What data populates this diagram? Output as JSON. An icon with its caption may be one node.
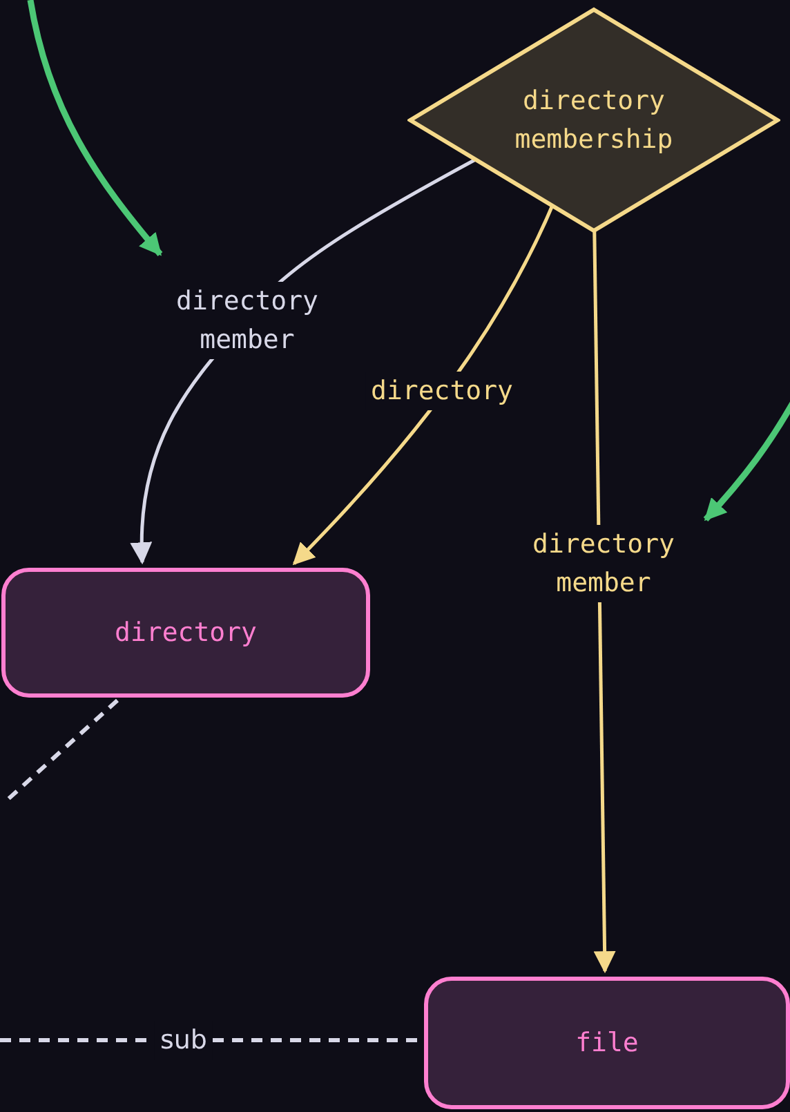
{
  "diagram": {
    "nodes": [
      {
        "text": [
          "directory membership"
        ]
      },
      {
        "text": [
          "directory"
        ]
      },
      {
        "text": [
          "file"
        ]
      }
    ],
    "edges": [
      {
        "from": 0,
        "to": 1,
        "arrow": "to",
        "label": "directory member"
      },
      {
        "from": 0,
        "to": 1,
        "arrow": "to",
        "label": "directory",
        "color": "#f5d98a"
      },
      {
        "from": 0,
        "to": 2,
        "arrow": "to",
        "label": "directory member",
        "color": "#f5d98a"
      },
      {
        "from": 1,
        "to": null,
        "arrow": "none",
        "style": "dashed"
      },
      {
        "from": null,
        "to": 2,
        "arrow": "none",
        "style": "dashed",
        "label": "sub"
      }
    ]
  }
}
